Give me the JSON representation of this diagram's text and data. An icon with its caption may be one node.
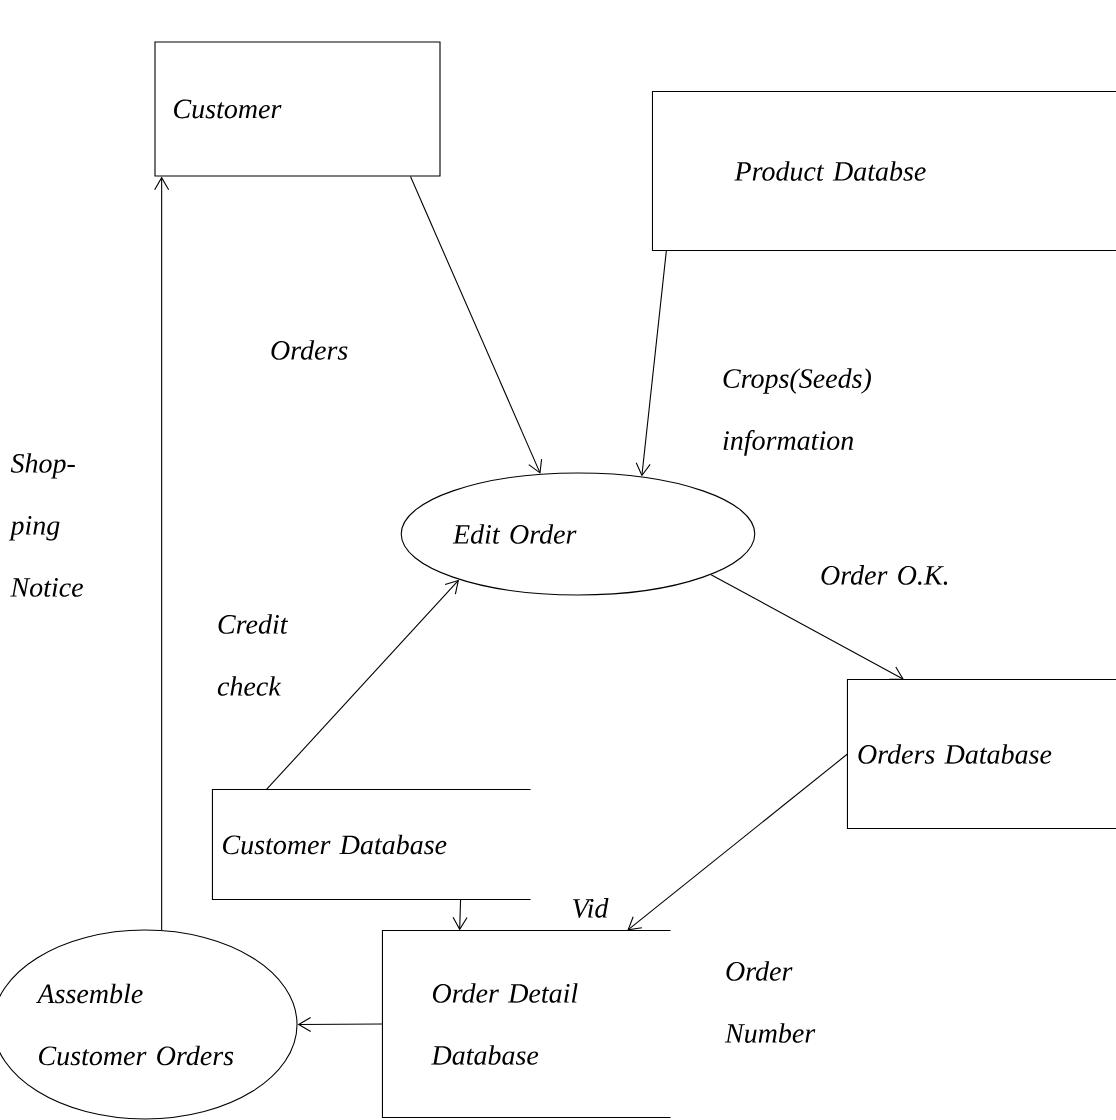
{
  "diagram": {
    "nodes": [
      {
        "text": [
          "Customer"
        ]
      },
      {
        "text": [
          "Product Databse"
        ]
      },
      {
        "text": [
          "Edit Order"
        ]
      },
      {
        "text": [
          "Orders Database"
        ]
      },
      {
        "text": [
          "Customer Database"
        ]
      },
      {
        "text": [
          "Order Detail Database"
        ]
      },
      {
        "text": [
          "Assemble Customer Orders"
        ]
      }
    ],
    "edges": [
      {
        "from": 6,
        "to": 0,
        "arrow": "to",
        "label": "Shop- ping Notice"
      },
      {
        "from": 0,
        "to": 2,
        "arrow": "to",
        "label": "Orders"
      },
      {
        "from": 1,
        "to": 2,
        "arrow": "to",
        "label": "Crops(Seeds) information"
      },
      {
        "from": 4,
        "to": 2,
        "arrow": "to",
        "label": "Credit check"
      },
      {
        "from": 2,
        "to": 3,
        "arrow": "to",
        "label": "Order O.K."
      },
      {
        "from": 3,
        "to": 5,
        "arrow": "to",
        "label": "Order Number"
      },
      {
        "from": 4,
        "to": 5,
        "arrow": "to"
      },
      {
        "from": 5,
        "to": 6,
        "arrow": "to"
      }
    ],
    "labels": [
      "Vid"
    ]
  }
}
